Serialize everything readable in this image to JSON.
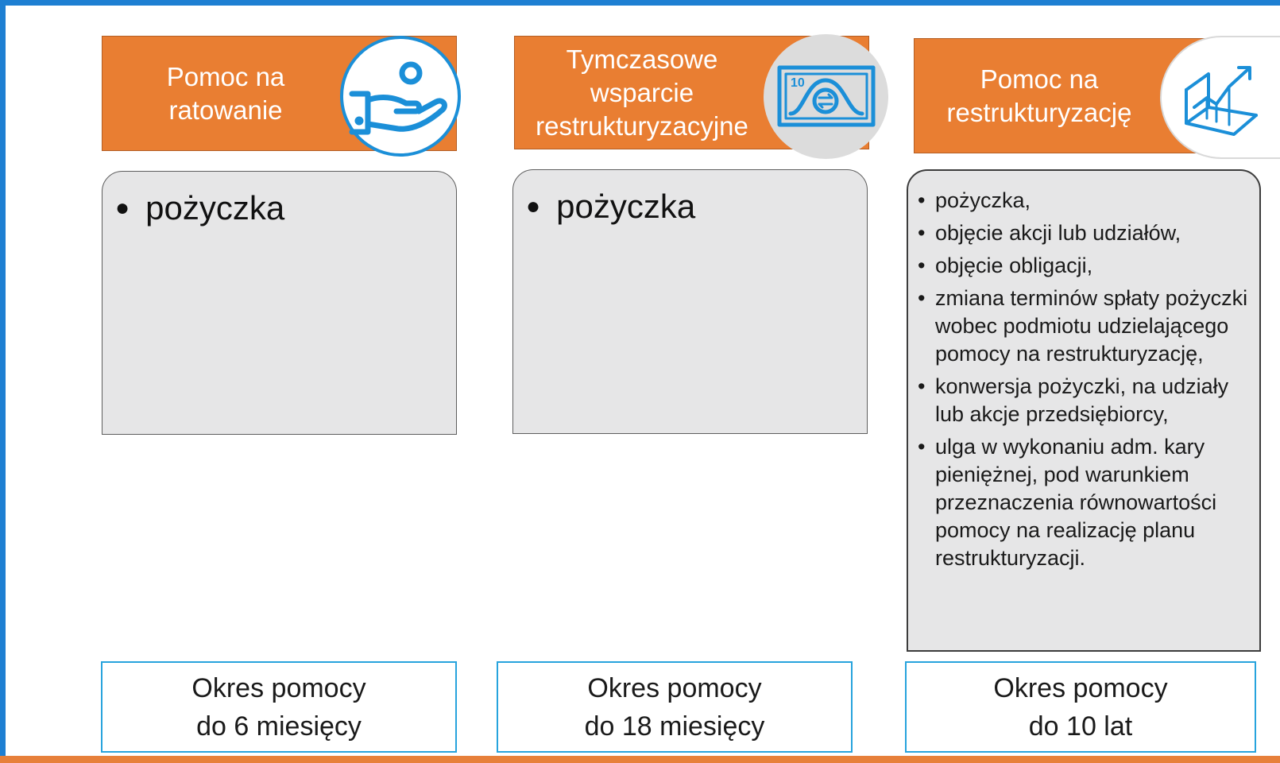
{
  "columns": [
    {
      "header": "Pomoc na\nratowanie",
      "icon": "hand-holding-coin-icon",
      "items": [
        "pożyczka"
      ],
      "period_line1": "Okres pomocy",
      "period_line2": "do 6 miesięcy"
    },
    {
      "header": "Tymczasowe\nwsparcie\nrestrukturyzacyjne",
      "icon": "banknote-exchange-icon",
      "items": [
        "pożyczka"
      ],
      "period_line1": "Okres pomocy",
      "period_line2": "do 18 miesięcy"
    },
    {
      "header": "Pomoc na\nrestrukturyzację",
      "icon": "growth-chart-icon",
      "items": [
        "pożyczka,",
        "objęcie akcji lub udziałów,",
        "objęcie obligacji,",
        "zmiana terminów spłaty pożyczki wobec podmiotu udzielającego pomocy na restrukturyzację,",
        "konwersja pożyczki, na udziały lub akcje przedsiębiorcy,",
        "ulga w wykonaniu adm. kary pieniężnej, pod warunkiem przeznaczenia równowartości pomocy na realizację planu restrukturyzacji."
      ],
      "period_line1": "Okres pomocy",
      "period_line2": "do 10 lat"
    }
  ],
  "colors": {
    "header_orange": "#e97e32",
    "frame_blue": "#1e7fd2",
    "footer_border": "#27a3dd",
    "box_gray": "#e6e6e7"
  }
}
